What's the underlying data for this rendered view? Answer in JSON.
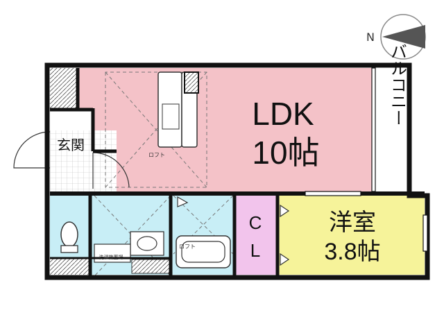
{
  "compass": {
    "label": "N"
  },
  "rooms": {
    "ldk": {
      "name": "LDK",
      "size": "10帖"
    },
    "balcony": {
      "name": "バルコニー"
    },
    "entrance": {
      "name": "玄関"
    },
    "closet": {
      "line1": "C",
      "line2": "L"
    },
    "western": {
      "name": "洋室",
      "size": "3.8帖"
    }
  },
  "notes": {
    "loft_main": "ロフト",
    "loft_bath": "ロフト",
    "washer": "洗濯機置場"
  },
  "colors": {
    "ldk": "#f4c2c8",
    "western": "#f6f39a",
    "closet": "#f2c4ec",
    "wet": "#c8eef6",
    "wall": "#111111"
  }
}
